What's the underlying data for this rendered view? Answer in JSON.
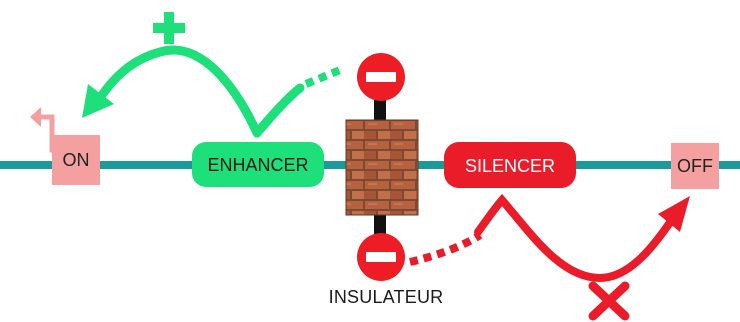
{
  "diagram": {
    "on_label": "ON",
    "off_label": "OFF",
    "enhancer_label": "ENHANCER",
    "silencer_label": "SILENCER",
    "insulator_label": "INSULATEUR",
    "icons": {
      "activation": "plus-icon",
      "block": "cross-icon",
      "minus": "minus-sign-icon",
      "wall": "brick-wall-icon"
    }
  },
  "colors": {
    "dna_strand": "#1a9a9a",
    "enhancer": "#1ee07a",
    "silencer": "#ea1c2a",
    "promoter_box": "#f4a0a0",
    "minus_red": "#ee1c24",
    "text_dark": "#222222",
    "text_light": "#ffffff"
  }
}
